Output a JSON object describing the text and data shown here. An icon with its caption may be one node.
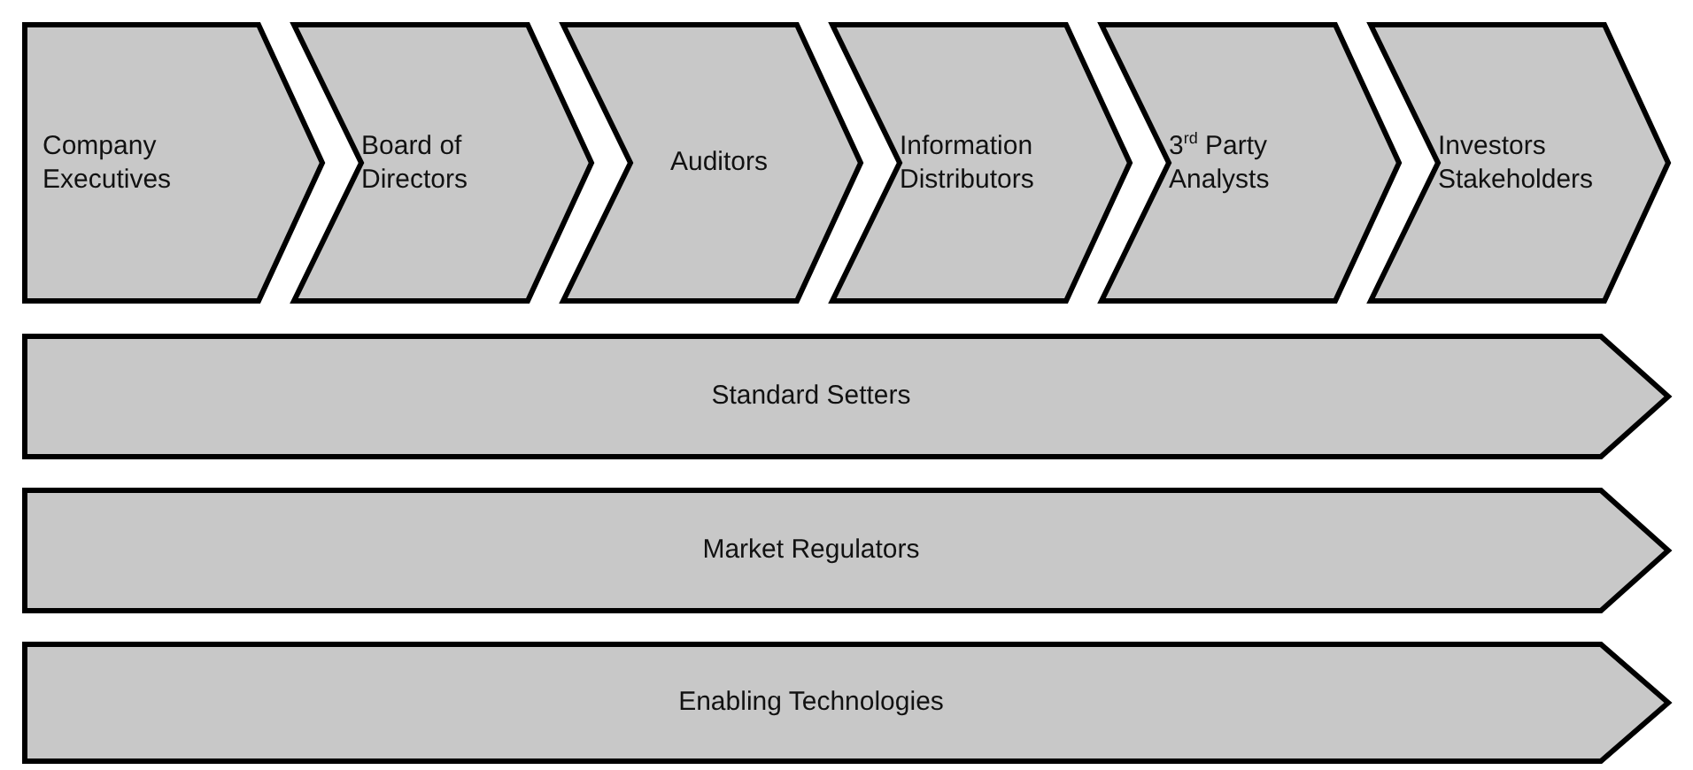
{
  "diagram": {
    "nodes": [
      {
        "text": [
          "Company Executives"
        ]
      },
      {
        "text": [
          "Board of Directors"
        ]
      },
      {
        "text": [
          "Auditors"
        ]
      },
      {
        "text": [
          "Information Distributors"
        ]
      },
      {
        "text": [
          "3$^{rd}$ Party Analysts"
        ]
      },
      {
        "text": [
          "Investors Stakeholders"
        ]
      },
      {
        "text": [
          "Standard Setters"
        ]
      },
      {
        "text": [
          "Market Regulators"
        ]
      },
      {
        "text": [
          "Enabling Technologies"
        ]
      }
    ]
  }
}
